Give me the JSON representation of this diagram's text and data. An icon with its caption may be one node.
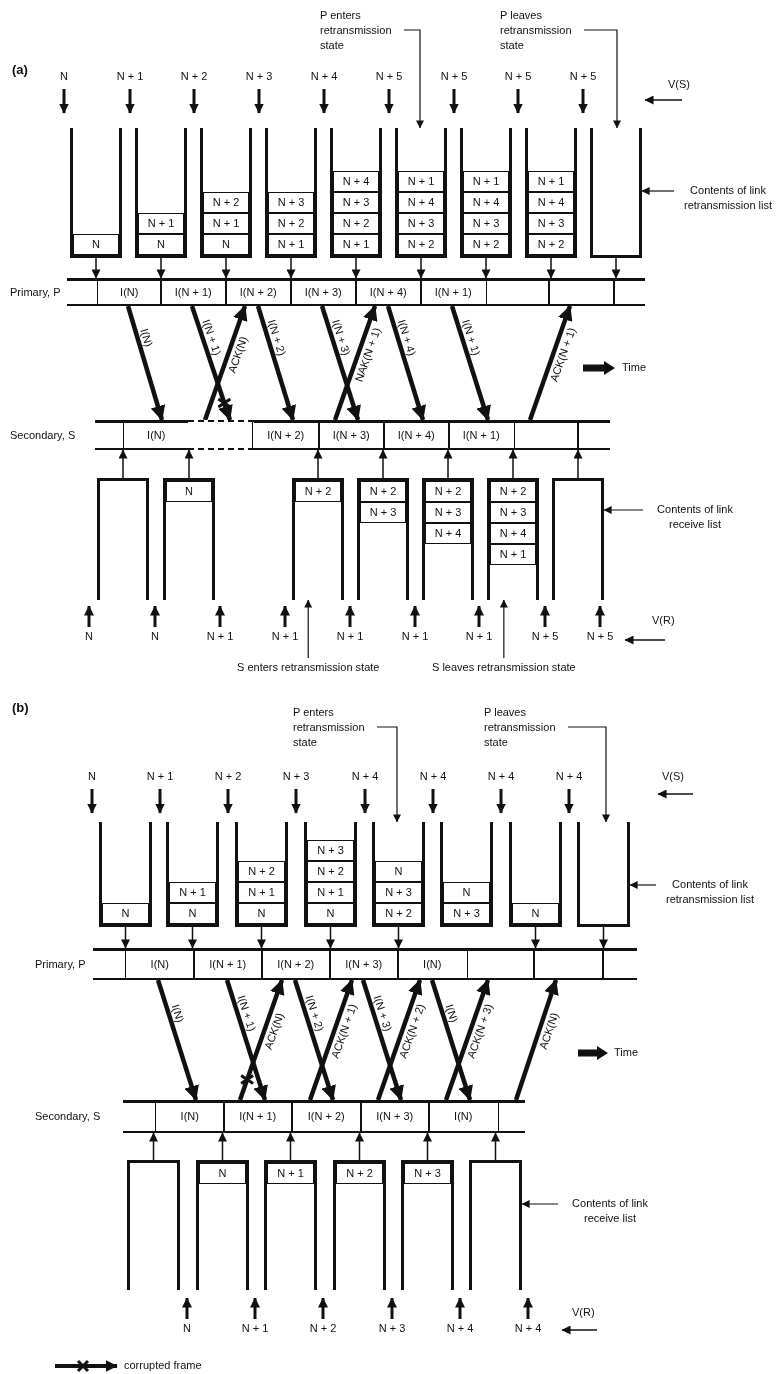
{
  "diagram": {
    "nodes": [
      {
        "text": [
          "P enters retransmission state"
        ]
      },
      {
        "text": [
          "P leaves retransmission state"
        ]
      },
      {
        "text": [],
        "shape": "box"
      },
      {
        "text": [
          "N"
        ],
        "in": 2
      },
      {
        "text": [],
        "shape": "box"
      },
      {
        "text": [
          "N + 1"
        ],
        "in": 4
      },
      {
        "text": [
          "N"
        ],
        "in": 4
      },
      {
        "text": [],
        "shape": "box"
      },
      {
        "text": [
          "N + 2"
        ],
        "in": 7
      },
      {
        "text": [
          "N + 1"
        ],
        "in": 7
      },
      {
        "text": [
          "N"
        ],
        "in": 7
      },
      {
        "text": [],
        "shape": "box"
      },
      {
        "text": [
          "N + 3"
        ],
        "in": 11
      },
      {
        "text": [
          "N + 2"
        ],
        "in": 11
      },
      {
        "text": [
          "N + 1"
        ],
        "in": 11
      },
      {
        "text": [],
        "shape": "box"
      },
      {
        "text": [
          "N + 4"
        ],
        "in": 15
      },
      {
        "text": [
          "N + 3"
        ],
        "in": 15
      },
      {
        "text": [
          "N + 2"
        ],
        "in": 15
      },
      {
        "text": [
          "N + 1"
        ],
        "in": 15
      },
      {
        "text": [],
        "shape": "box"
      },
      {
        "text": [
          "N + 1"
        ],
        "in": 20
      },
      {
        "text": [
          "N + 4"
        ],
        "in": 20
      },
      {
        "text": [
          "N + 3"
        ],
        "in": 20
      },
      {
        "text": [
          "N + 2"
        ],
        "in": 20
      },
      {
        "text": [],
        "shape": "box"
      },
      {
        "text": [
          "N + 1"
        ],
        "in": 25
      },
      {
        "text": [
          "N + 4"
        ],
        "in": 25
      },
      {
        "text": [
          "N + 3"
        ],
        "in": 25
      },
      {
        "text": [
          "N + 2"
        ],
        "in": 25
      },
      {
        "text": [],
        "shape": "box"
      },
      {
        "text": [
          "N + 1"
        ],
        "in": 30
      },
      {
        "text": [
          "N + 4"
        ],
        "in": 30
      },
      {
        "text": [
          "N + 3"
        ],
        "in": 30
      },
      {
        "text": [
          "N + 2"
        ],
        "in": 30
      },
      {
        "text": [],
        "shape": "box"
      },
      {
        "text": [
          "Contents of link retransmission list"
        ]
      },
      {
        "text": [
          "Primary, P"
        ]
      },
      {
        "text": [
          "I(N)"
        ],
        "in": 37
      },
      {
        "text": [
          "I(N + 1)"
        ],
        "in": 37
      },
      {
        "text": [
          "I(N + 2)"
        ],
        "in": 37
      },
      {
        "text": [
          "I(N + 3)"
        ],
        "in": 37
      },
      {
        "text": [
          "I(N + 4)"
        ],
        "in": 37
      },
      {
        "text": [
          "I(N + 1)"
        ],
        "in": 37
      },
      {
        "text": [
          "Secondary, S"
        ]
      },
      {
        "text": [
          "I(N)"
        ],
        "in": 44
      },
      {
        "text": [],
        "shape": "box",
        "in": 44
      },
      {
        "text": [
          "I(N + 2)"
        ],
        "in": 44
      },
      {
        "text": [
          "I(N + 3)"
        ],
        "in": 44
      },
      {
        "text": [
          "I(N + 4)"
        ],
        "in": 44
      },
      {
        "text": [
          "I(N + 1)"
        ],
        "in": 44
      },
      {
        "text": [],
        "shape": "box"
      },
      {
        "text": [],
        "shape": "box"
      },
      {
        "text": [
          "N"
        ],
        "in": 52
      },
      {
        "text": [],
        "shape": "box"
      },
      {
        "text": [
          "N + 2"
        ],
        "in": 54
      },
      {
        "text": [],
        "shape": "box"
      },
      {
        "text": [
          "N + 2"
        ],
        "in": 56
      },
      {
        "text": [
          "N + 3"
        ],
        "in": 56
      },
      {
        "text": [],
        "shape": "box"
      },
      {
        "text": [
          "N + 2"
        ],
        "in": 59
      },
      {
        "text": [
          "N + 3"
        ],
        "in": 59
      },
      {
        "text": [
          "N + 4"
        ],
        "in": 59
      },
      {
        "text": [],
        "shape": "box"
      },
      {
        "text": [
          "N + 2"
        ],
        "in": 63
      },
      {
        "text": [
          "N + 3"
        ],
        "in": 63
      },
      {
        "text": [
          "N + 4"
        ],
        "in": 63
      },
      {
        "text": [
          "N + 1"
        ],
        "in": 63
      },
      {
        "text": [],
        "shape": "box"
      },
      {
        "text": [
          "Contents of link receive list"
        ]
      },
      {
        "text": [
          "S enters retransmission state"
        ]
      },
      {
        "text": [
          "S leaves retransmission state"
        ]
      },
      {
        "text": [
          "P enters retransmission state"
        ]
      },
      {
        "text": [
          "P leaves retransmission state"
        ]
      },
      {
        "text": [],
        "shape": "box"
      },
      {
        "text": [
          "N"
        ],
        "in": 74
      },
      {
        "text": [],
        "shape": "box"
      },
      {
        "text": [
          "N + 1"
        ],
        "in": 76
      },
      {
        "text": [
          "N"
        ],
        "in": 76
      },
      {
        "text": [],
        "shape": "box"
      },
      {
        "text": [
          "N + 2"
        ],
        "in": 79
      },
      {
        "text": [
          "N + 1"
        ],
        "in": 79
      },
      {
        "text": [
          "N"
        ],
        "in": 79
      },
      {
        "text": [],
        "shape": "box"
      },
      {
        "text": [
          "N + 3"
        ],
        "in": 83
      },
      {
        "text": [
          "N + 2"
        ],
        "in": 83
      },
      {
        "text": [
          "N + 1"
        ],
        "in": 83
      },
      {
        "text": [
          "N"
        ],
        "in": 83
      },
      {
        "text": [],
        "shape": "box"
      },
      {
        "text": [
          "N"
        ],
        "in": 88
      },
      {
        "text": [
          "N + 3"
        ],
        "in": 88
      },
      {
        "text": [
          "N + 2"
        ],
        "in": 88
      },
      {
        "text": [],
        "shape": "box"
      },
      {
        "text": [
          "N"
        ],
        "in": 92
      },
      {
        "text": [
          "N + 3"
        ],
        "in": 92
      },
      {
        "text": [],
        "shape": "box"
      },
      {
        "text": [
          "N"
        ],
        "in": 95
      },
      {
        "text": [],
        "shape": "box"
      },
      {
        "text": [
          "Contents of link retransmission list"
        ]
      },
      {
        "text": [
          "Primary, P"
        ]
      },
      {
        "text": [
          "I(N)"
        ],
        "in": 99
      },
      {
        "text": [
          "I(N + 1)"
        ],
        "in": 99
      },
      {
        "text": [
          "I(N + 2)"
        ],
        "in": 99
      },
      {
        "text": [
          "I(N + 3)"
        ],
        "in": 99
      },
      {
        "text": [
          "I(N)"
        ],
        "in": 99
      },
      {
        "text": [
          "Secondary, S"
        ]
      },
      {
        "text": [
          "I(N)"
        ],
        "in": 105
      },
      {
        "text": [
          "I(N + 1)"
        ],
        "in": 105
      },
      {
        "text": [
          "I(N + 2)"
        ],
        "in": 105
      },
      {
        "text": [
          "I(N + 3)"
        ],
        "in": 105
      },
      {
        "text": [
          "I(N)"
        ],
        "in": 105
      },
      {
        "text": [],
        "shape": "box"
      },
      {
        "text": [],
        "shape": "box"
      },
      {
        "text": [
          "N"
        ],
        "in": 112
      },
      {
        "text": [],
        "shape": "box"
      },
      {
        "text": [
          "N + 1"
        ],
        "in": 114
      },
      {
        "text": [],
        "shape": "box"
      },
      {
        "text": [
          "N + 2"
        ],
        "in": 116
      },
      {
        "text": [],
        "shape": "box"
      },
      {
        "text": [
          "N + 3"
        ],
        "in": 118
      },
      {
        "text": [],
        "shape": "box"
      },
      {
        "text": [
          "Contents of link receive list"
        ]
      }
    ],
    "edges": [
      {
        "from": 0,
        "to": 20,
        "arrow": "to"
      },
      {
        "from": 1,
        "to": 35,
        "arrow": "to"
      },
      {
        "from": 2,
        "to": 37,
        "arrow": "to"
      },
      {
        "from": 4,
        "to": 37,
        "arrow": "to"
      },
      {
        "from": 7,
        "to": 37,
        "arrow": "to"
      },
      {
        "from": 11,
        "to": 37,
        "arrow": "to"
      },
      {
        "from": 15,
        "to": 37,
        "arrow": "to"
      },
      {
        "from": 20,
        "to": 37,
        "arrow": "to"
      },
      {
        "from": 25,
        "to": 37,
        "arrow": "to"
      },
      {
        "from": 30,
        "to": 37,
        "arrow": "to"
      },
      {
        "from": 35,
        "to": 37,
        "arrow": "to"
      },
      {
        "from": 36,
        "to": 35,
        "arrow": "to"
      },
      {
        "from": 38,
        "to": 45,
        "arrow": "to",
        "label": "I(N)",
        "style": "thick"
      },
      {
        "from": 39,
        "to": 46,
        "arrow": "to",
        "label": "I(N + 1)",
        "style": "thick"
      },
      {
        "from": 46,
        "to": 40,
        "arrow": "to",
        "label": "ACK(N)",
        "style": "thick"
      },
      {
        "from": 40,
        "to": 47,
        "arrow": "to",
        "label": "I(N + 2)",
        "style": "thick"
      },
      {
        "from": 41,
        "to": 48,
        "arrow": "to",
        "label": "I(N + 3)",
        "style": "thick"
      },
      {
        "from": 48,
        "to": 42,
        "arrow": "to",
        "label": "NAK(N + 1)",
        "style": "thick"
      },
      {
        "from": 42,
        "to": 49,
        "arrow": "to",
        "label": "I(N + 4)",
        "style": "thick"
      },
      {
        "from": 43,
        "to": 50,
        "arrow": "to",
        "label": "I(N + 1)",
        "style": "thick"
      },
      {
        "from": 44,
        "to": 37,
        "arrow": "to",
        "label": "ACK(N + 1)",
        "style": "thick"
      },
      {
        "from": 51,
        "to": 44,
        "arrow": "to"
      },
      {
        "from": 52,
        "to": 44,
        "arrow": "to"
      },
      {
        "from": 54,
        "to": 44,
        "arrow": "to"
      },
      {
        "from": 56,
        "to": 44,
        "arrow": "to"
      },
      {
        "from": 59,
        "to": 44,
        "arrow": "to"
      },
      {
        "from": 63,
        "to": 44,
        "arrow": "to"
      },
      {
        "from": 68,
        "to": 44,
        "arrow": "to"
      },
      {
        "from": 69,
        "to": 68,
        "arrow": "to"
      },
      {
        "from": 70,
        "to": 54,
        "arrow": "to"
      },
      {
        "from": 71,
        "to": 63,
        "arrow": "to"
      },
      {
        "from": 72,
        "to": 88,
        "arrow": "to"
      },
      {
        "from": 73,
        "to": 97,
        "arrow": "to"
      },
      {
        "from": 74,
        "to": 99,
        "arrow": "to"
      },
      {
        "from": 76,
        "to": 99,
        "arrow": "to"
      },
      {
        "from": 79,
        "to": 99,
        "arrow": "to"
      },
      {
        "from": 83,
        "to": 99,
        "arrow": "to"
      },
      {
        "from": 88,
        "to": 99,
        "arrow": "to"
      },
      {
        "from": 95,
        "to": 99,
        "arrow": "to"
      },
      {
        "from": 97,
        "to": 99,
        "arrow": "to"
      },
      {
        "from": 98,
        "to": 97,
        "arrow": "to"
      },
      {
        "from": 100,
        "to": 106,
        "arrow": "to",
        "label": "I(N)",
        "style": "thick"
      },
      {
        "from": 101,
        "to": 107,
        "arrow": "to",
        "label": "I(N + 1)",
        "style": "thick"
      },
      {
        "from": 107,
        "to": 102,
        "arrow": "to",
        "label": "ACK(N)",
        "style": "thick"
      },
      {
        "from": 102,
        "to": 108,
        "arrow": "to",
        "label": "I(N + 2)",
        "style": "thick"
      },
      {
        "from": 108,
        "to": 103,
        "arrow": "to",
        "label": "ACK(N + 1)",
        "style": "thick"
      },
      {
        "from": 103,
        "to": 109,
        "arrow": "to",
        "label": "I(N + 3)",
        "style": "thick"
      },
      {
        "from": 109,
        "to": 104,
        "arrow": "to",
        "label": "ACK(N + 2)",
        "style": "thick"
      },
      {
        "from": 104,
        "to": 110,
        "arrow": "to",
        "label": "I(N)",
        "style": "thick"
      },
      {
        "from": 110,
        "to": 99,
        "arrow": "to",
        "label": "ACK(N + 3)",
        "style": "thick"
      },
      {
        "from": 105,
        "to": 99,
        "arrow": "to",
        "label": "ACK(N)",
        "style": "thick"
      },
      {
        "from": 111,
        "to": 105,
        "arrow": "to"
      },
      {
        "from": 112,
        "to": 105,
        "arrow": "to"
      },
      {
        "from": 114,
        "to": 105,
        "arrow": "to"
      },
      {
        "from": 116,
        "to": 105,
        "arrow": "to"
      },
      {
        "from": 118,
        "to": 105,
        "arrow": "to"
      },
      {
        "from": 120,
        "to": 105,
        "arrow": "to"
      },
      {
        "from": 121,
        "to": 120,
        "arrow": "to"
      }
    ],
    "labels": [
      "(a)",
      "N",
      "N + 1",
      "N + 2",
      "N + 3",
      "N + 4",
      "N + 5",
      "N + 5",
      "N + 5",
      "N + 5",
      "V(S)",
      "Time",
      "N",
      "N",
      "N + 1",
      "N + 1",
      "N + 1",
      "N + 1",
      "N + 1",
      "N + 5",
      "N + 5",
      "V(R)",
      "(b)",
      "N",
      "N + 1",
      "N + 2",
      "N + 3",
      "N + 4",
      "N + 4",
      "N + 4",
      "N + 4",
      "V(S)",
      "Time",
      "N",
      "N + 1",
      "N + 2",
      "N + 3",
      "N + 4",
      "N + 4",
      "V(R)"
    ],
    "legend": [
      {
        "text": "corrupted frame"
      }
    ]
  }
}
